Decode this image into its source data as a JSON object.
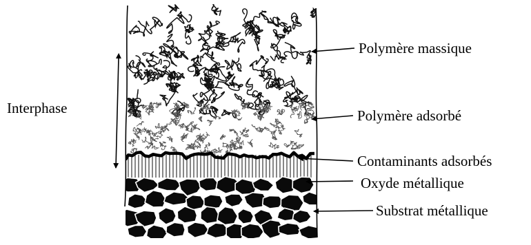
{
  "labels": {
    "interphase": "Interphase",
    "bulk_polymer": "Polymère massique",
    "adsorbed_polymer": "Polymère adsorbé",
    "adsorbed_contaminants": "Contaminants adsorbés",
    "metal_oxide": "Oxyde métallique",
    "metal_substrate": "Substrat métallique"
  },
  "colors": {
    "ink": "#000000",
    "background": "#ffffff"
  }
}
